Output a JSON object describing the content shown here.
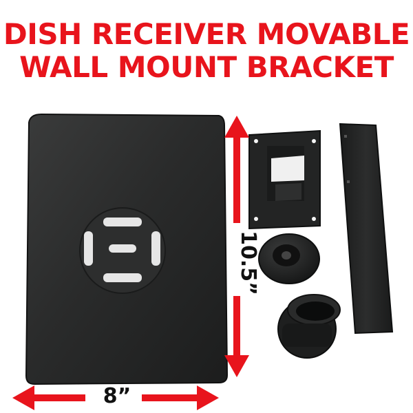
{
  "title": {
    "line1": "DISH RECEIVER MOVABLE",
    "line2": "WALL MOUNT BRACKET"
  },
  "dimensions": {
    "width_label": "8”",
    "height_label": "10.5”"
  },
  "colors": {
    "title": "#e8141c",
    "arrow": "#e8141c",
    "metal": "#2a2b2b"
  }
}
